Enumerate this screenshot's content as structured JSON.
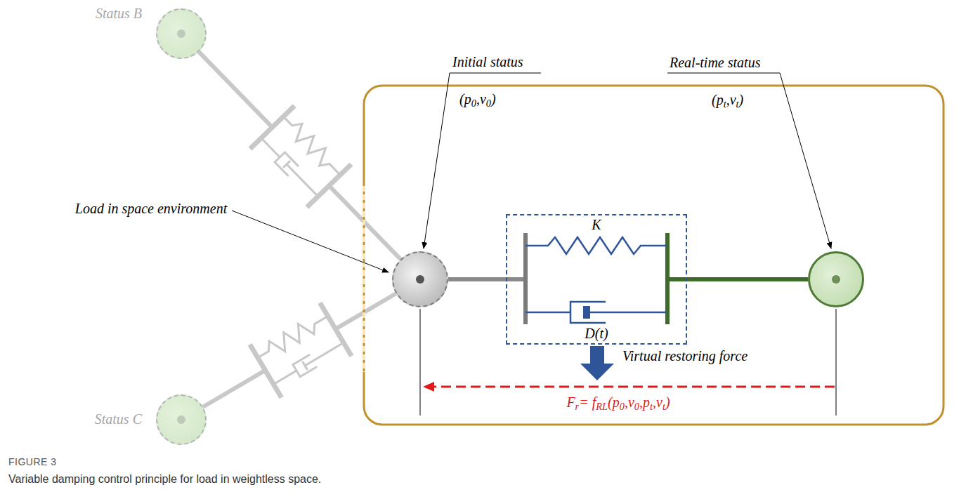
{
  "diagram": {
    "caption": "Variable damping control principle for load in weightless space.",
    "nodes": [
      {
        "text": [
          "Status B"
        ]
      },
      {
        "text": [
          "Status C"
        ]
      },
      {
        "text": [
          "Initial status",
          "(p0,v0)"
        ]
      },
      {
        "text": [
          "Real-time status",
          "(pt,vt)"
        ]
      },
      {
        "text": [
          "K",
          "D(t)"
        ]
      }
    ],
    "edges": [
      {
        "from": 0,
        "to": 2,
        "arrow": "none"
      },
      {
        "from": 1,
        "to": 2,
        "arrow": "none"
      },
      {
        "from": 2,
        "to": 4,
        "arrow": "none"
      },
      {
        "from": 4,
        "to": 3,
        "arrow": "none"
      }
    ],
    "labels": [
      "Load in space environment",
      "Virtual restoring force",
      "Fr= fRL(p0,v0,pt,vt)",
      "FIGURE 3"
    ]
  }
}
